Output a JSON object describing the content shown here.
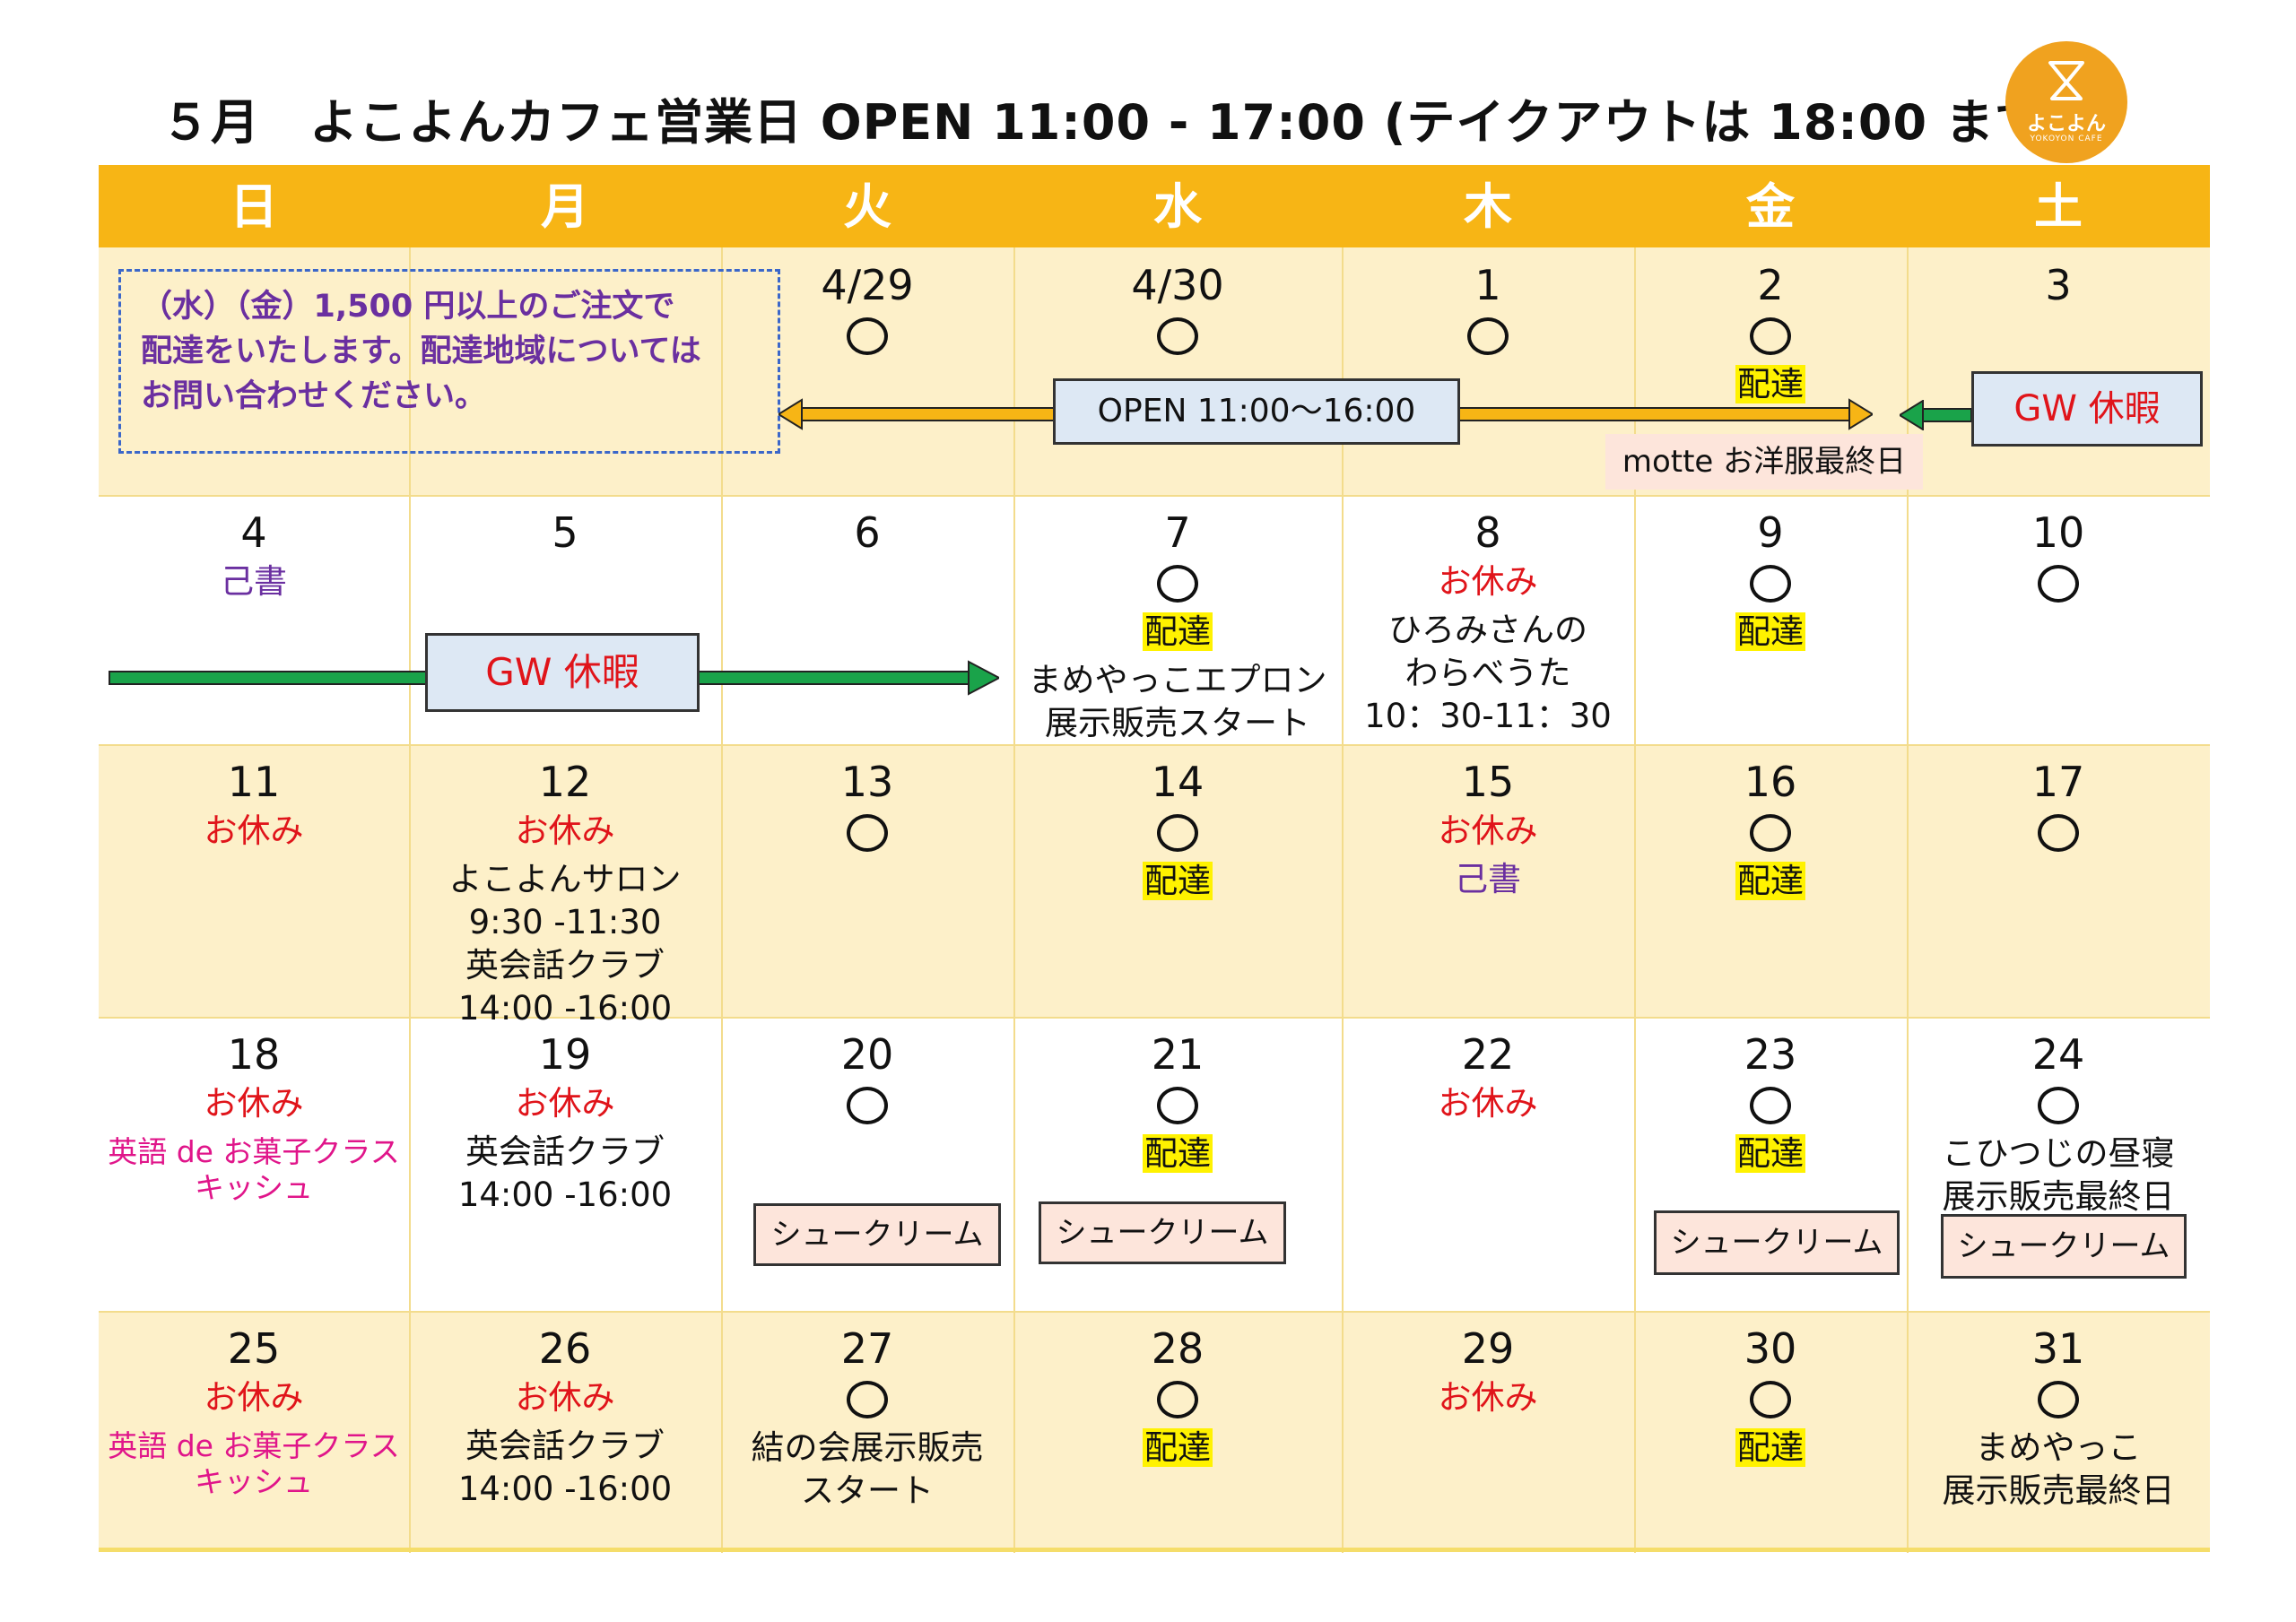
{
  "title": "５月　よこよんカフェ営業日  OPEN 11:00 - 17:00 (テイクアウトは 18:00 まで)",
  "logo": {
    "name": "よこよん",
    "sub": "YOKOYON CAFE",
    "icon": "hourglass-icon"
  },
  "weekdays": [
    "日",
    "月",
    "火",
    "水",
    "木",
    "金",
    "土"
  ],
  "colors": {
    "header": "#f7b515",
    "closed": "#e0141a",
    "delivery_highlight": "#fff200",
    "shade": "#fdf0c9"
  },
  "notice": {
    "lines": [
      "（水）（金）1,500 円以上のご注文で",
      "配達をいたします。配達地域については",
      "お問い合わせください。"
    ]
  },
  "banners": {
    "open_short": "OPEN  11:00～16:00",
    "gw1": "GW 休暇",
    "gw2": "GW 休暇",
    "motte": "motte お洋服最終日"
  },
  "chou": [
    "シュークリーム",
    "シュークリーム",
    "シュークリーム",
    "シュークリーム"
  ],
  "weeks": [
    [
      {
        "date": "",
        "items": []
      },
      {
        "date": "",
        "items": []
      },
      {
        "date": "4/29",
        "items": [
          {
            "t": "circle"
          }
        ]
      },
      {
        "date": "4/30",
        "items": [
          {
            "t": "circle"
          }
        ]
      },
      {
        "date": "1",
        "items": [
          {
            "t": "circle"
          }
        ]
      },
      {
        "date": "2",
        "items": [
          {
            "t": "circle"
          },
          {
            "t": "hl",
            "v": "配達"
          }
        ]
      },
      {
        "date": "3",
        "items": []
      }
    ],
    [
      {
        "date": "4",
        "items": [
          {
            "t": "purple",
            "v": "己書"
          }
        ]
      },
      {
        "date": "5",
        "items": []
      },
      {
        "date": "6",
        "items": []
      },
      {
        "date": "7",
        "items": [
          {
            "t": "circle"
          },
          {
            "t": "hl",
            "v": "配達"
          },
          {
            "t": "text",
            "v": "まめやっこエプロン"
          },
          {
            "t": "text",
            "v": "展示販売スタート"
          }
        ]
      },
      {
        "date": "8",
        "items": [
          {
            "t": "red",
            "v": "お休み"
          },
          {
            "t": "text",
            "v": "ひろみさんの"
          },
          {
            "t": "text",
            "v": "わらべうた"
          },
          {
            "t": "text",
            "v": "10：30-11：30"
          }
        ]
      },
      {
        "date": "9",
        "items": [
          {
            "t": "circle"
          },
          {
            "t": "hl",
            "v": "配達"
          }
        ]
      },
      {
        "date": "10",
        "items": [
          {
            "t": "circle"
          }
        ]
      }
    ],
    [
      {
        "date": "11",
        "items": [
          {
            "t": "red",
            "v": "お休み"
          }
        ]
      },
      {
        "date": "12",
        "items": [
          {
            "t": "red",
            "v": "お休み"
          },
          {
            "t": "text",
            "v": "よこよんサロン"
          },
          {
            "t": "text",
            "v": "9:30 -11:30"
          },
          {
            "t": "text",
            "v": "英会話クラブ"
          },
          {
            "t": "text",
            "v": "14:00 -16:00"
          }
        ]
      },
      {
        "date": "13",
        "items": [
          {
            "t": "circle"
          }
        ]
      },
      {
        "date": "14",
        "items": [
          {
            "t": "circle"
          },
          {
            "t": "hl",
            "v": "配達"
          }
        ]
      },
      {
        "date": "15",
        "items": [
          {
            "t": "red",
            "v": "お休み"
          },
          {
            "t": "purple",
            "v": "己書"
          }
        ]
      },
      {
        "date": "16",
        "items": [
          {
            "t": "circle"
          },
          {
            "t": "hl",
            "v": "配達"
          }
        ]
      },
      {
        "date": "17",
        "items": [
          {
            "t": "circle"
          }
        ]
      }
    ],
    [
      {
        "date": "18",
        "items": [
          {
            "t": "red",
            "v": "お休み"
          },
          {
            "t": "pink",
            "v": "英語 de お菓子クラス"
          },
          {
            "t": "pink",
            "v": "キッシュ"
          }
        ]
      },
      {
        "date": "19",
        "items": [
          {
            "t": "red",
            "v": "お休み"
          },
          {
            "t": "text",
            "v": "英会話クラブ"
          },
          {
            "t": "text",
            "v": "14:00 -16:00"
          }
        ]
      },
      {
        "date": "20",
        "items": [
          {
            "t": "circle"
          }
        ]
      },
      {
        "date": "21",
        "items": [
          {
            "t": "circle"
          },
          {
            "t": "hl",
            "v": "配達"
          }
        ]
      },
      {
        "date": "22",
        "items": [
          {
            "t": "red",
            "v": "お休み"
          }
        ]
      },
      {
        "date": "23",
        "items": [
          {
            "t": "circle"
          },
          {
            "t": "hl",
            "v": "配達"
          }
        ]
      },
      {
        "date": "24",
        "items": [
          {
            "t": "circle"
          },
          {
            "t": "text",
            "v": "こひつじの昼寝"
          },
          {
            "t": "text",
            "v": "展示販売最終日"
          }
        ]
      }
    ],
    [
      {
        "date": "25",
        "items": [
          {
            "t": "red",
            "v": "お休み"
          },
          {
            "t": "pink",
            "v": "英語 de お菓子クラス"
          },
          {
            "t": "pink",
            "v": "キッシュ"
          }
        ]
      },
      {
        "date": "26",
        "items": [
          {
            "t": "red",
            "v": "お休み"
          },
          {
            "t": "text",
            "v": "英会話クラブ"
          },
          {
            "t": "text",
            "v": "14:00 -16:00"
          }
        ]
      },
      {
        "date": "27",
        "items": [
          {
            "t": "circle"
          },
          {
            "t": "text",
            "v": "結の会展示販売"
          },
          {
            "t": "text",
            "v": "スタート"
          }
        ]
      },
      {
        "date": "28",
        "items": [
          {
            "t": "circle"
          },
          {
            "t": "hl",
            "v": "配達"
          }
        ]
      },
      {
        "date": "29",
        "items": [
          {
            "t": "red",
            "v": "お休み"
          }
        ]
      },
      {
        "date": "30",
        "items": [
          {
            "t": "circle"
          },
          {
            "t": "hl",
            "v": "配達"
          }
        ]
      },
      {
        "date": "31",
        "items": [
          {
            "t": "circle"
          },
          {
            "t": "text",
            "v": "まめやっこ"
          },
          {
            "t": "text",
            "v": "展示販売最終日"
          }
        ]
      }
    ]
  ]
}
